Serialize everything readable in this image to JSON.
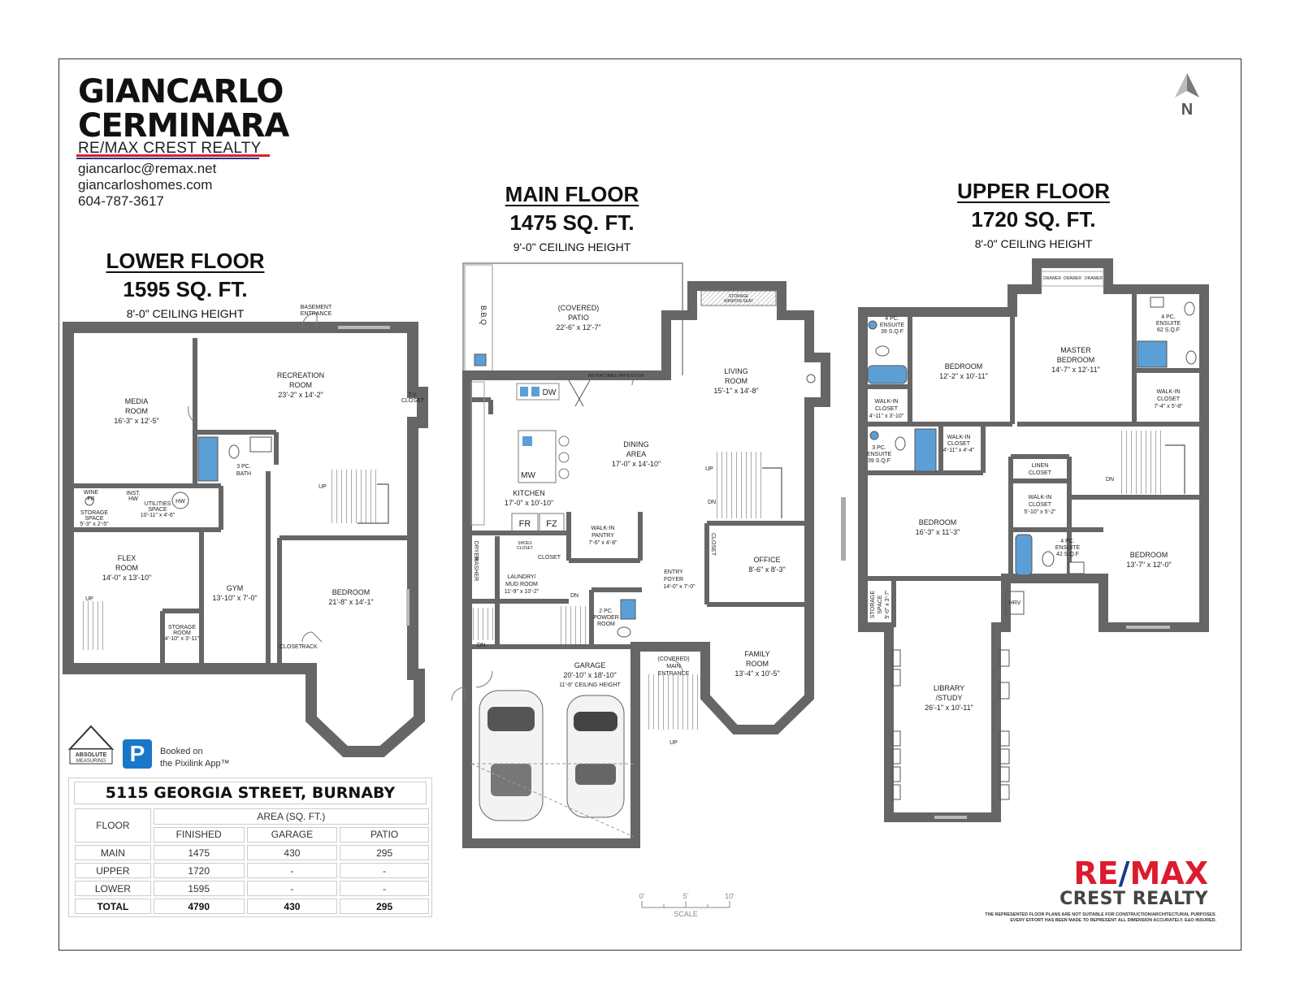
{
  "branding": {
    "name_line1": "GIANCARLO",
    "name_line2": "CERMINARA",
    "brokerage": "RE/MAX CREST REALTY",
    "email": "giancarloc@remax.net",
    "website": "giancarloshomes.com",
    "phone": "604-787-3617",
    "accent_red": "#dc1c2e",
    "accent_blue": "#1b3a8c"
  },
  "compass": {
    "label": "N"
  },
  "floors": {
    "lower": {
      "title": "LOWER FLOOR",
      "area": "1595 SQ. FT.",
      "ceiling": "8'-0\" CEILING HEIGHT"
    },
    "main": {
      "title": "MAIN FLOOR",
      "area": "1475 SQ. FT.",
      "ceiling": "9'-0\" CEILING HEIGHT"
    },
    "upper": {
      "title": "UPPER FLOOR",
      "area": "1720 SQ. FT.",
      "ceiling": "8'-0\" CEILING HEIGHT"
    }
  },
  "lower_rooms": {
    "media": [
      "MEDIA",
      "ROOM",
      "16'-3\" x 12'-5\""
    ],
    "recreation": [
      "RECREATION",
      "ROOM",
      "23'-2\" x 14'-2\""
    ],
    "basement_entrance": [
      "BASEMENT",
      "ENTRANCE"
    ],
    "tv_closet": [
      "T.V.",
      "CLOSET"
    ],
    "bath": [
      "3 PC.",
      "BATH"
    ],
    "wine": [
      "WINE",
      "FR"
    ],
    "inst": [
      "INST.",
      "HW"
    ],
    "utilities": [
      "UTILITIES",
      "SPACE",
      "10'-11\" x 4'-6\""
    ],
    "hw": "HW",
    "storage_space": [
      "STORAGE",
      "SPACE",
      "5'-3\" x 2'-5\""
    ],
    "flex": [
      "FLEX",
      "ROOM",
      "14'-0\" x 13'-10\""
    ],
    "gym": [
      "GYM",
      "13'-10\" x 7'-0\""
    ],
    "storage_room": [
      "STORAGE",
      "ROOM",
      "4'-10\" x 3'-11\""
    ],
    "bedroom": [
      "BEDROOM",
      "21'-8\" x 14'-1\""
    ],
    "closet": "CLOSET",
    "rack": "RACK",
    "up": "UP",
    "up2": "UP"
  },
  "main_rooms": {
    "bbq": "B.B.Q",
    "patio": [
      "(COVERED)",
      "PATIO",
      "22'-6\" x 12'-7\""
    ],
    "patio_door": "RETRACTABLE PATIO DOOR",
    "storage_seat": [
      "STORAGE",
      "WINDOW SEAT"
    ],
    "living": [
      "LIVING",
      "ROOM",
      "15'-1\" x 14'-8\""
    ],
    "dw": "DW",
    "dining": [
      "DINING",
      "AREA",
      "17'-0\" x 14'-10\""
    ],
    "mw": "MW",
    "kitchen": [
      "KITCHEN",
      "17'-0\" x 10'-10\""
    ],
    "fr": "FR",
    "fz": "FZ",
    "pantry": [
      "WALK-IN",
      "PANTRY",
      "7'-6\" x 4'-8\""
    ],
    "closet": "CLOSET",
    "closet2": "CLOSET",
    "office": [
      "OFFICE",
      "8'-6\" x 8'-3\""
    ],
    "dryer": "DRYER",
    "washer": "WASHER",
    "shoes": [
      "SHOES",
      "CLOSET"
    ],
    "laundry": [
      "LAUNDRY/",
      "MUD ROOM",
      "11'-9\" x 10'-2\""
    ],
    "foyer": [
      "ENTRY",
      "FOYER",
      "14'-0\" x 7'-0\""
    ],
    "powder": [
      "2 PC.",
      "POWDER",
      "ROOM"
    ],
    "garage": [
      "GARAGE",
      "20'-10\" x 18'-10\"",
      "11'-6\" CEILING HEIGHT"
    ],
    "main_entrance": [
      "(COVERED)",
      "MAIN",
      "ENTRANCE"
    ],
    "family": [
      "FAMILY",
      "ROOM",
      "13'-4\" x 10'-5\""
    ],
    "up": "UP",
    "dn": "DN",
    "dn2": "DN",
    "dn3": "DN",
    "up2": "UP"
  },
  "upper_rooms": {
    "drawer1": "DRAWER",
    "drawer2": "DRAWER",
    "drawer3": "DRAWER",
    "ensuite4a": [
      "4 PC.",
      "ENSUITE",
      "39 S.Q.F"
    ],
    "bedroom1": [
      "BEDROOM",
      "12'-2\" x 10'-11\""
    ],
    "master": [
      "MASTER",
      "BEDROOM",
      "14'-7\" x 12'-11\""
    ],
    "ensuite4b": [
      "4 PC.",
      "ENSUITE",
      "62 S.Q.F"
    ],
    "wic1": [
      "WALK-IN",
      "CLOSET",
      "4'-11\" x 3'-10\""
    ],
    "wic2": [
      "WALK-IN",
      "CLOSET",
      "7'-4\" x 5'-8\""
    ],
    "wic3": [
      "WALK-IN",
      "CLOSET",
      "4'-11\" x 4'-4\""
    ],
    "ensuite3": [
      "3 PC.",
      "ENSUITE",
      "39 S.Q.F"
    ],
    "linen": [
      "LINEN",
      "CLOSET"
    ],
    "bedroom2": [
      "BEDROOM",
      "16'-3\" x 11'-3\""
    ],
    "wic4": [
      "WALK-IN",
      "CLOSET",
      "5'-10\" x 5'-2\""
    ],
    "ensuite4c": [
      "4 PC.",
      "ENSUITE",
      "42 S.Q.F"
    ],
    "bedroom3": [
      "BEDROOM",
      "13'-7\" x 12'-0\""
    ],
    "storage": [
      "STORAGE",
      "SPACE",
      "5'-0\" x 3'-7\""
    ],
    "hrv": "HRV",
    "library": [
      "LIBRARY",
      "/STUDY",
      "26'-1\" x 10'-11\""
    ],
    "dn": "DN"
  },
  "badges": {
    "absolute": [
      "ABSOLUTE",
      "MEASURING"
    ],
    "pixilink": [
      "Booked on",
      "the Pixilink App™"
    ],
    "pixilink_letter": "P"
  },
  "summary": {
    "address": "5115 GEORGIA STREET, BURNABY",
    "floor_header": "FLOOR",
    "area_header": "AREA (SQ. FT.)",
    "columns": [
      "FINISHED",
      "GARAGE",
      "PATIO"
    ],
    "rows": [
      {
        "floor": "MAIN",
        "finished": "1475",
        "garage": "430",
        "patio": "295"
      },
      {
        "floor": "UPPER",
        "finished": "1720",
        "garage": "-",
        "patio": "-"
      },
      {
        "floor": "LOWER",
        "finished": "1595",
        "garage": "-",
        "patio": "-"
      }
    ],
    "total": {
      "floor": "TOTAL",
      "finished": "4790",
      "garage": "430",
      "patio": "295"
    }
  },
  "scale": {
    "ticks": [
      "0'",
      "5'",
      "10'"
    ],
    "label": "SCALE"
  },
  "remax_logo": {
    "part1": "RE",
    "slash": "/",
    "part2": "MAX",
    "line2": "CREST REALTY"
  },
  "disclaimer": [
    "THE REPRESENTED FLOOR PLANS ARE NOT SUITABLE FOR CONSTRUCTION/ARCHITECTURAL PURPOSES.",
    "EVERY EFFORT HAS BEEN MADE TO REPRESENT ALL DIMENSION ACCURATELY. E&O INSURED."
  ]
}
